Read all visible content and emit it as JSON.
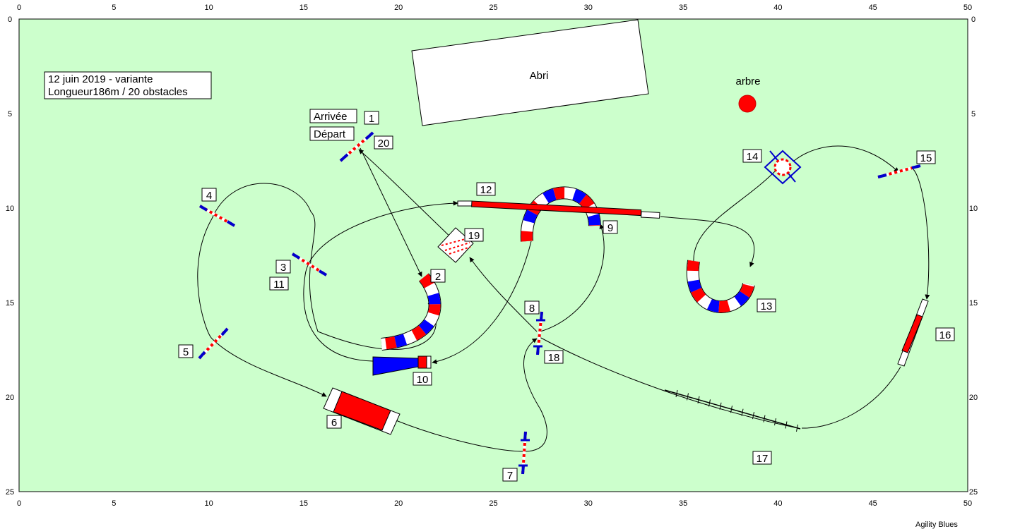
{
  "field": {
    "background": "#ccffcc",
    "axis_max_x": 50,
    "axis_max_y": 25,
    "x_ticks": [
      "0",
      "5",
      "10",
      "15",
      "20",
      "25",
      "30",
      "35",
      "40",
      "45",
      "50"
    ],
    "y_ticks": [
      "0",
      "5",
      "10",
      "15",
      "20",
      "25"
    ]
  },
  "info": {
    "line1": "12 juin 2019 - variante",
    "line2": "Longueur186m / 20  obstacles"
  },
  "labels": {
    "shelter": "Abri",
    "tree": "arbre",
    "finish": "Arrivée",
    "start": "Départ",
    "credit": "Agility Blues"
  },
  "colors": {
    "red": "#ff0000",
    "blue": "#0000ff",
    "tree": "#ff0000",
    "line": "#000000"
  },
  "numbers": [
    "1",
    "20",
    "2",
    "3",
    "11",
    "4",
    "5",
    "6",
    "7",
    "8",
    "18",
    "9",
    "10",
    "12",
    "13",
    "14",
    "15",
    "16",
    "17",
    "19"
  ]
}
